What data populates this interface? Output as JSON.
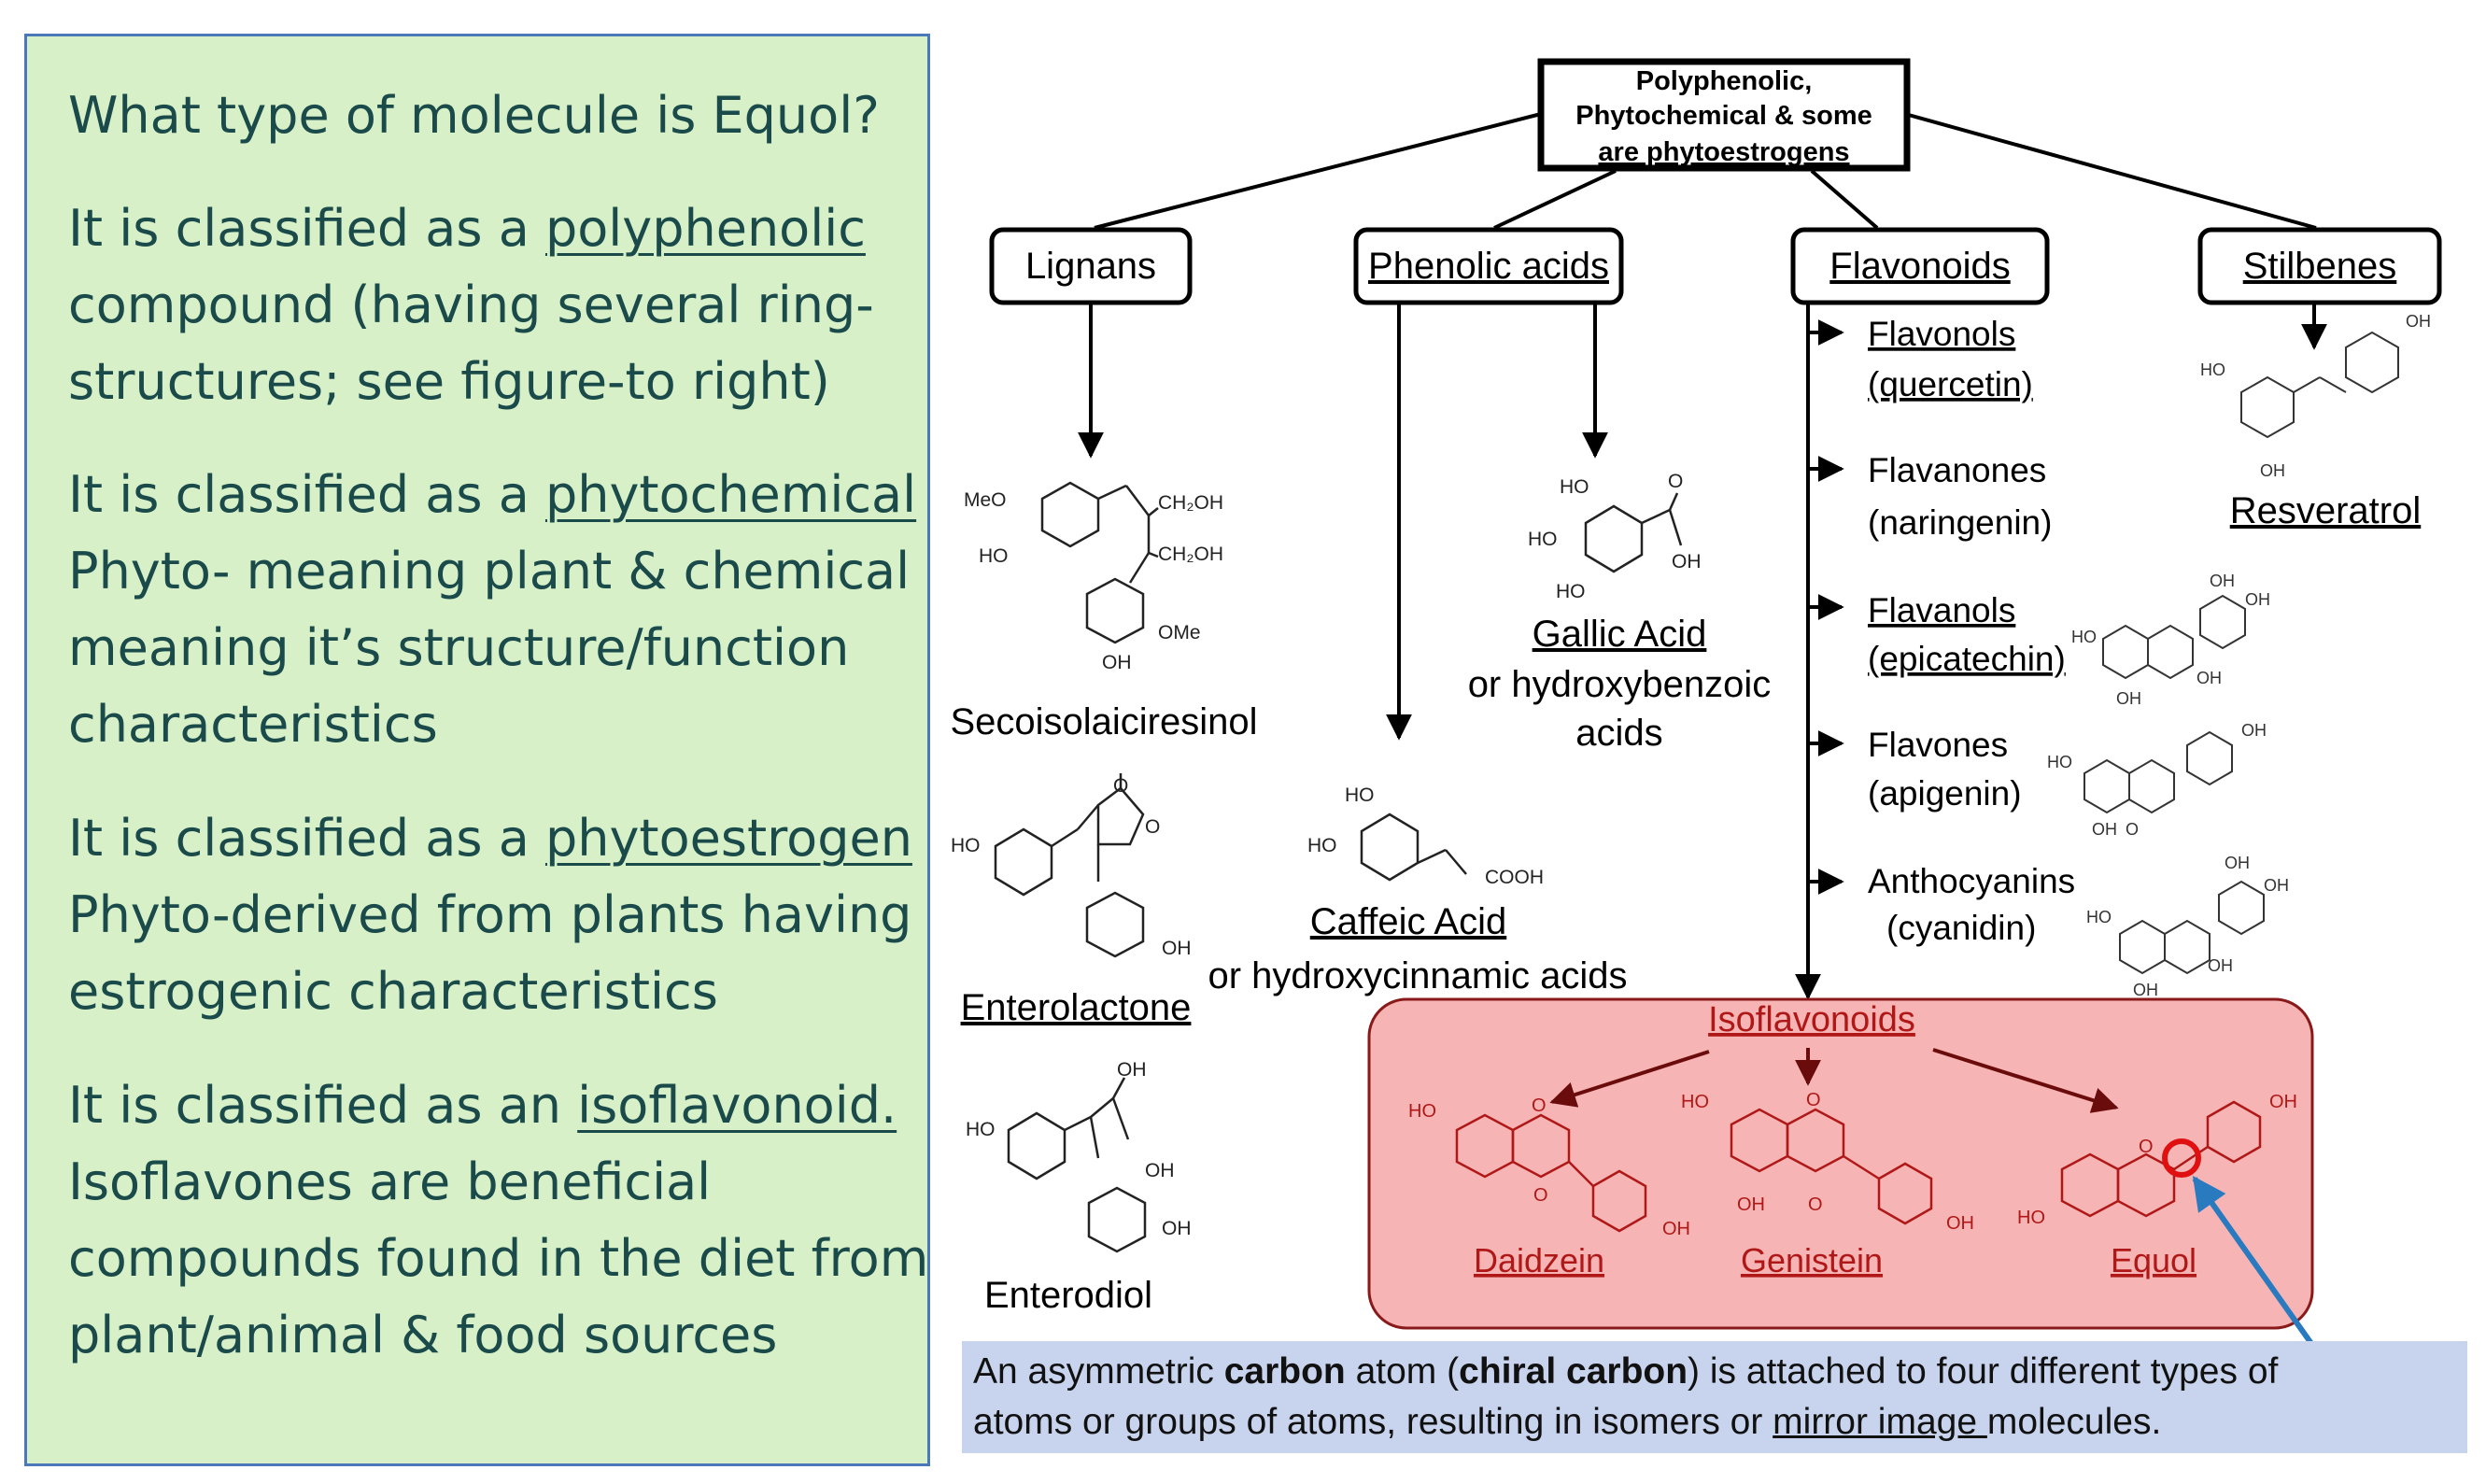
{
  "left": {
    "q": "What type of molecule is Equol?",
    "p1a": "It is classified as a ",
    "p1u": "polyphenolic",
    "p1b": "compound (having several ring-",
    "p1c": "structures; see figure-to right)",
    "p2a": "It is classified as a ",
    "p2u": "phytochemical",
    "p2b": "Phyto- meaning plant & chemical",
    "p2c": "meaning it’s structure/function",
    "p2d": "characteristics",
    "p3a": "It is classified as a ",
    "p3u": "phytoestrogen",
    "p3b": "Phyto-derived from plants having",
    "p3c": "estrogenic characteristics",
    "p4a": "It is classified as an ",
    "p4u": "isoflavonoid.",
    "p4b": "Isoflavones are beneficial",
    "p4c": "compounds found in the diet from",
    "p4d": "plant/animal & food sources"
  },
  "diagram": {
    "root1": "Polyphenolic,",
    "root2": "Phytochemical & some",
    "root3": "are phytoestrogens",
    "lignans": "Lignans",
    "phenolic": "Phenolic acids",
    "flavonoids": "Flavonoids",
    "stilbenes": "Stilbenes",
    "secoiso": "Secoisolaiciresinol",
    "enterolactone": "Enterolactone",
    "enterodiol": "Enterodiol",
    "gallic": "Gallic Acid",
    "gallic_sub1": "or hydroxybenzoic",
    "gallic_sub2": "acids",
    "caffeic": "Caffeic Acid",
    "caffeic_sub": "or hydroxycinnamic acids",
    "flavonols": "Flavonols",
    "quercetin": "(quercetin)",
    "flavanones": "Flavanones",
    "naringenin": "(naringenin)",
    "flavanols": "Flavanols",
    "epicatechin": "(epicatechin)",
    "flavones": "Flavones",
    "apigenin": "(apigenin)",
    "anthocyanins": "Anthocyanins",
    "cyanidin": "(cyanidin)",
    "resveratrol": "Resveratrol",
    "isoflavonoids": "Isoflavonoids",
    "daidzein": "Daidzein",
    "genistein": "Genistein",
    "equol": "Equol",
    "chem": {
      "meo": "MeO",
      "ho": "HO",
      "oh": "OH",
      "ch2oh": "CH₂OH",
      "ome": "OMe",
      "cooh": "COOH",
      "o": "O"
    }
  },
  "caption": {
    "t1": "An asymmetric ",
    "b1": "carbon",
    "t2": " atom (",
    "b2": "chiral carbon",
    "t3": ") is attached to four different types of",
    "t4": "atoms or groups of atoms, resulting in isomers or ",
    "u1": "mirror image ",
    "t5": "molecules."
  },
  "colors": {
    "panel": "#d8f0c8",
    "panel_border": "#4a78b8",
    "left_text": "#1a4a4a",
    "iso_bg": "#f7b4b4",
    "iso_text": "#b01818",
    "caption_bg": "#c8d4ee",
    "pointer": "#2a7ac0"
  }
}
